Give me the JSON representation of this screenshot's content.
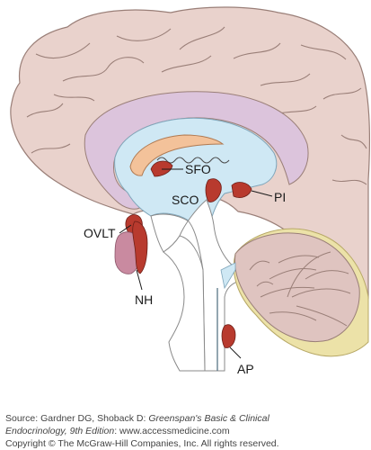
{
  "figure": {
    "labels": {
      "sfo": "SFO",
      "sco": "SCO",
      "pi": "PI",
      "ovlt": "OVLT",
      "nh": "NH",
      "ap": "AP"
    },
    "colors": {
      "cortex": "#e9d2cc",
      "cortex_outline": "#9a7f78",
      "corpus_callosum": "#dcc4dc",
      "ventricle": "#cfe8f4",
      "fornix": "#f3c29a",
      "organ": "#b83a2e",
      "pituitary": "#c98aa0",
      "cerebellum": "#dfc4c0",
      "cerebellum_rim": "#ece2a8",
      "brainstem": "#ffffff"
    }
  },
  "caption": {
    "source_prefix": "Source: Gardner DG, Shoback D: ",
    "source_title": "Greenspan's Basic & Clinical",
    "source_title2": "Endocrinology, 9th Edition",
    "source_suffix": ": www.accessmedicine.com",
    "copyright": "Copyright © The McGraw-Hill Companies, Inc. All rights reserved."
  }
}
